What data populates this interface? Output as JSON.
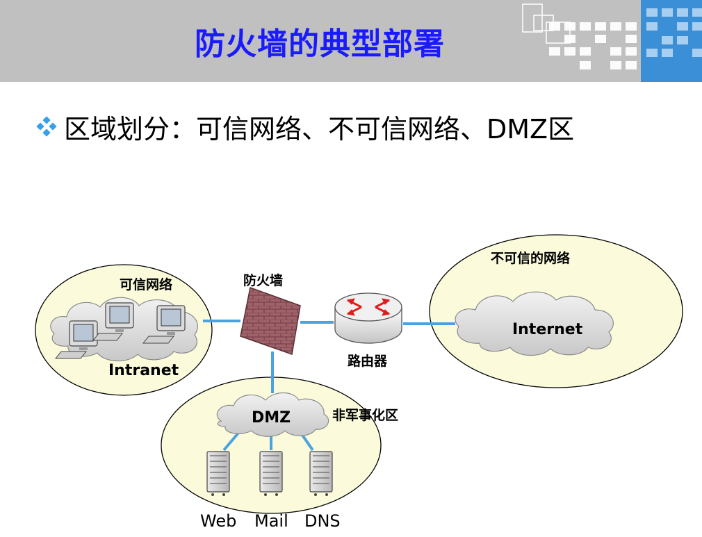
{
  "header": {
    "title": "防火墙的典型部署"
  },
  "content": {
    "bullet_icon": "diamond-bullet-icon",
    "bullet_text": "区域划分：可信网络、不可信网络、DMZ区"
  },
  "diagram": {
    "trusted_zone_label": "可信网络",
    "intranet_label": "Intranet",
    "firewall_label": "防火墙",
    "router_label": "路由器",
    "untrusted_zone_label": "不可信的网络",
    "internet_label": "Internet",
    "dmz_label": "DMZ",
    "dmz_zone_label": "非军事化区",
    "servers": [
      {
        "label": "Web"
      },
      {
        "label": "Mail"
      },
      {
        "label": "DNS"
      }
    ],
    "colors": {
      "zone_fill": "#fbfbdc",
      "link_color": "#4aa3df",
      "cloud_fill": "#dcdcdc",
      "title_color": "#1a1aff",
      "header_bg": "#c0c0c0",
      "firewall": "#a0626a",
      "router_arrow": "#e01b1b"
    }
  }
}
